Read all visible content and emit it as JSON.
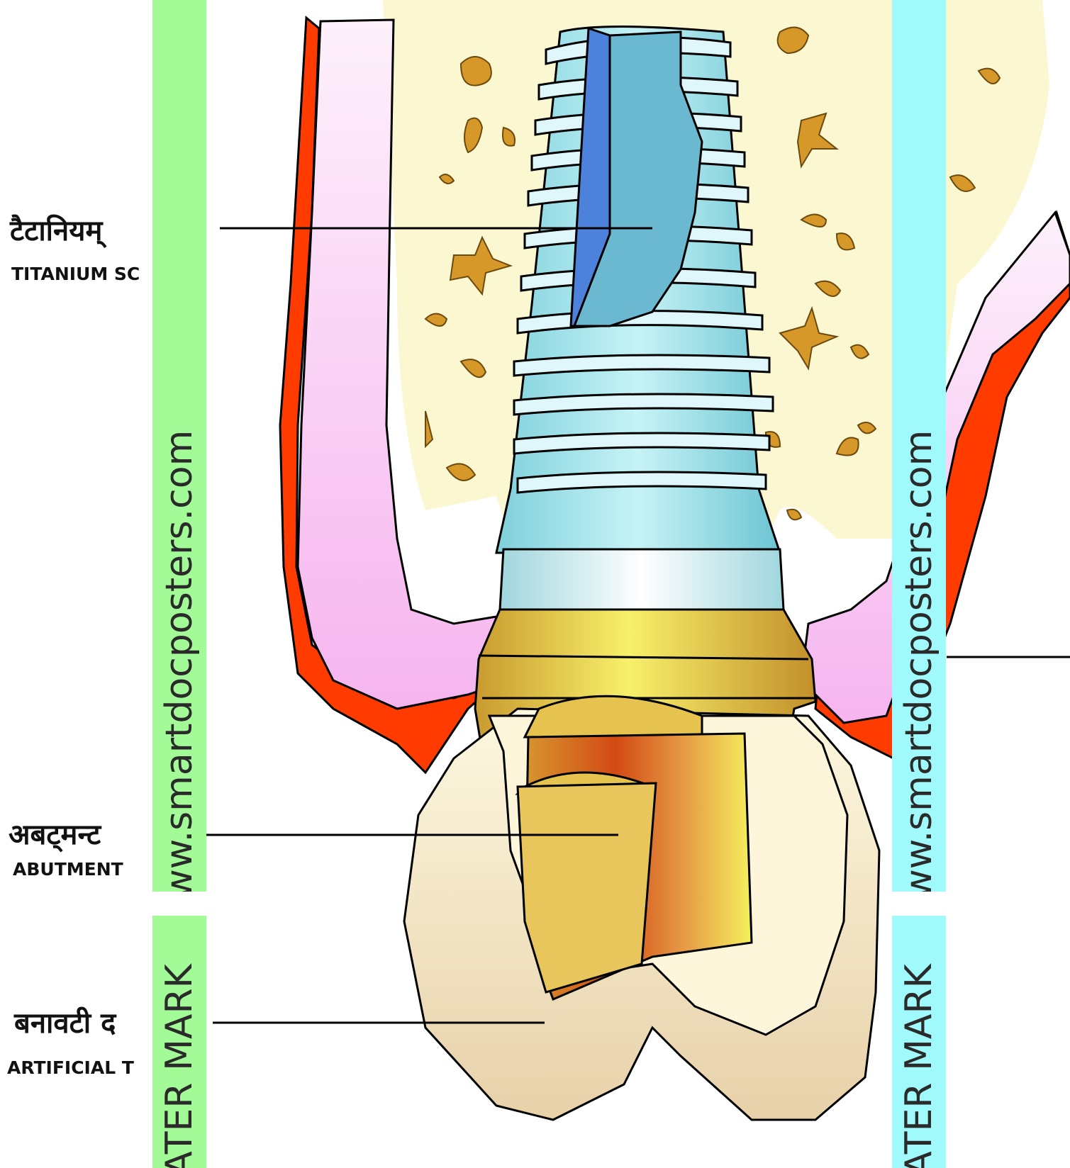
{
  "labels": {
    "screw_hi": "टैटानियम्",
    "screw_en": "TITANIUM SC",
    "abutment_hi": "अबट्मन्ट",
    "abutment_en": "ABUTMENT",
    "tooth_hi": "बनावटी द",
    "tooth_en": "ARTIFICIAL T"
  },
  "watermarks": {
    "site": "www.smartdocposters.com",
    "mark": "ATER MARK"
  },
  "colors": {
    "left_band": "#a2fb96",
    "right_band": "#a0fafb",
    "gum": "#f8c8f4",
    "gum_edge": "#ff3b00",
    "bone": "#fbf7cf",
    "bone_chips": "#d7982a",
    "implant": "#9fe6ea",
    "implant_dark": "#4d82dc",
    "abutment": "#e6c24e",
    "crown": "#f6e7c5"
  }
}
